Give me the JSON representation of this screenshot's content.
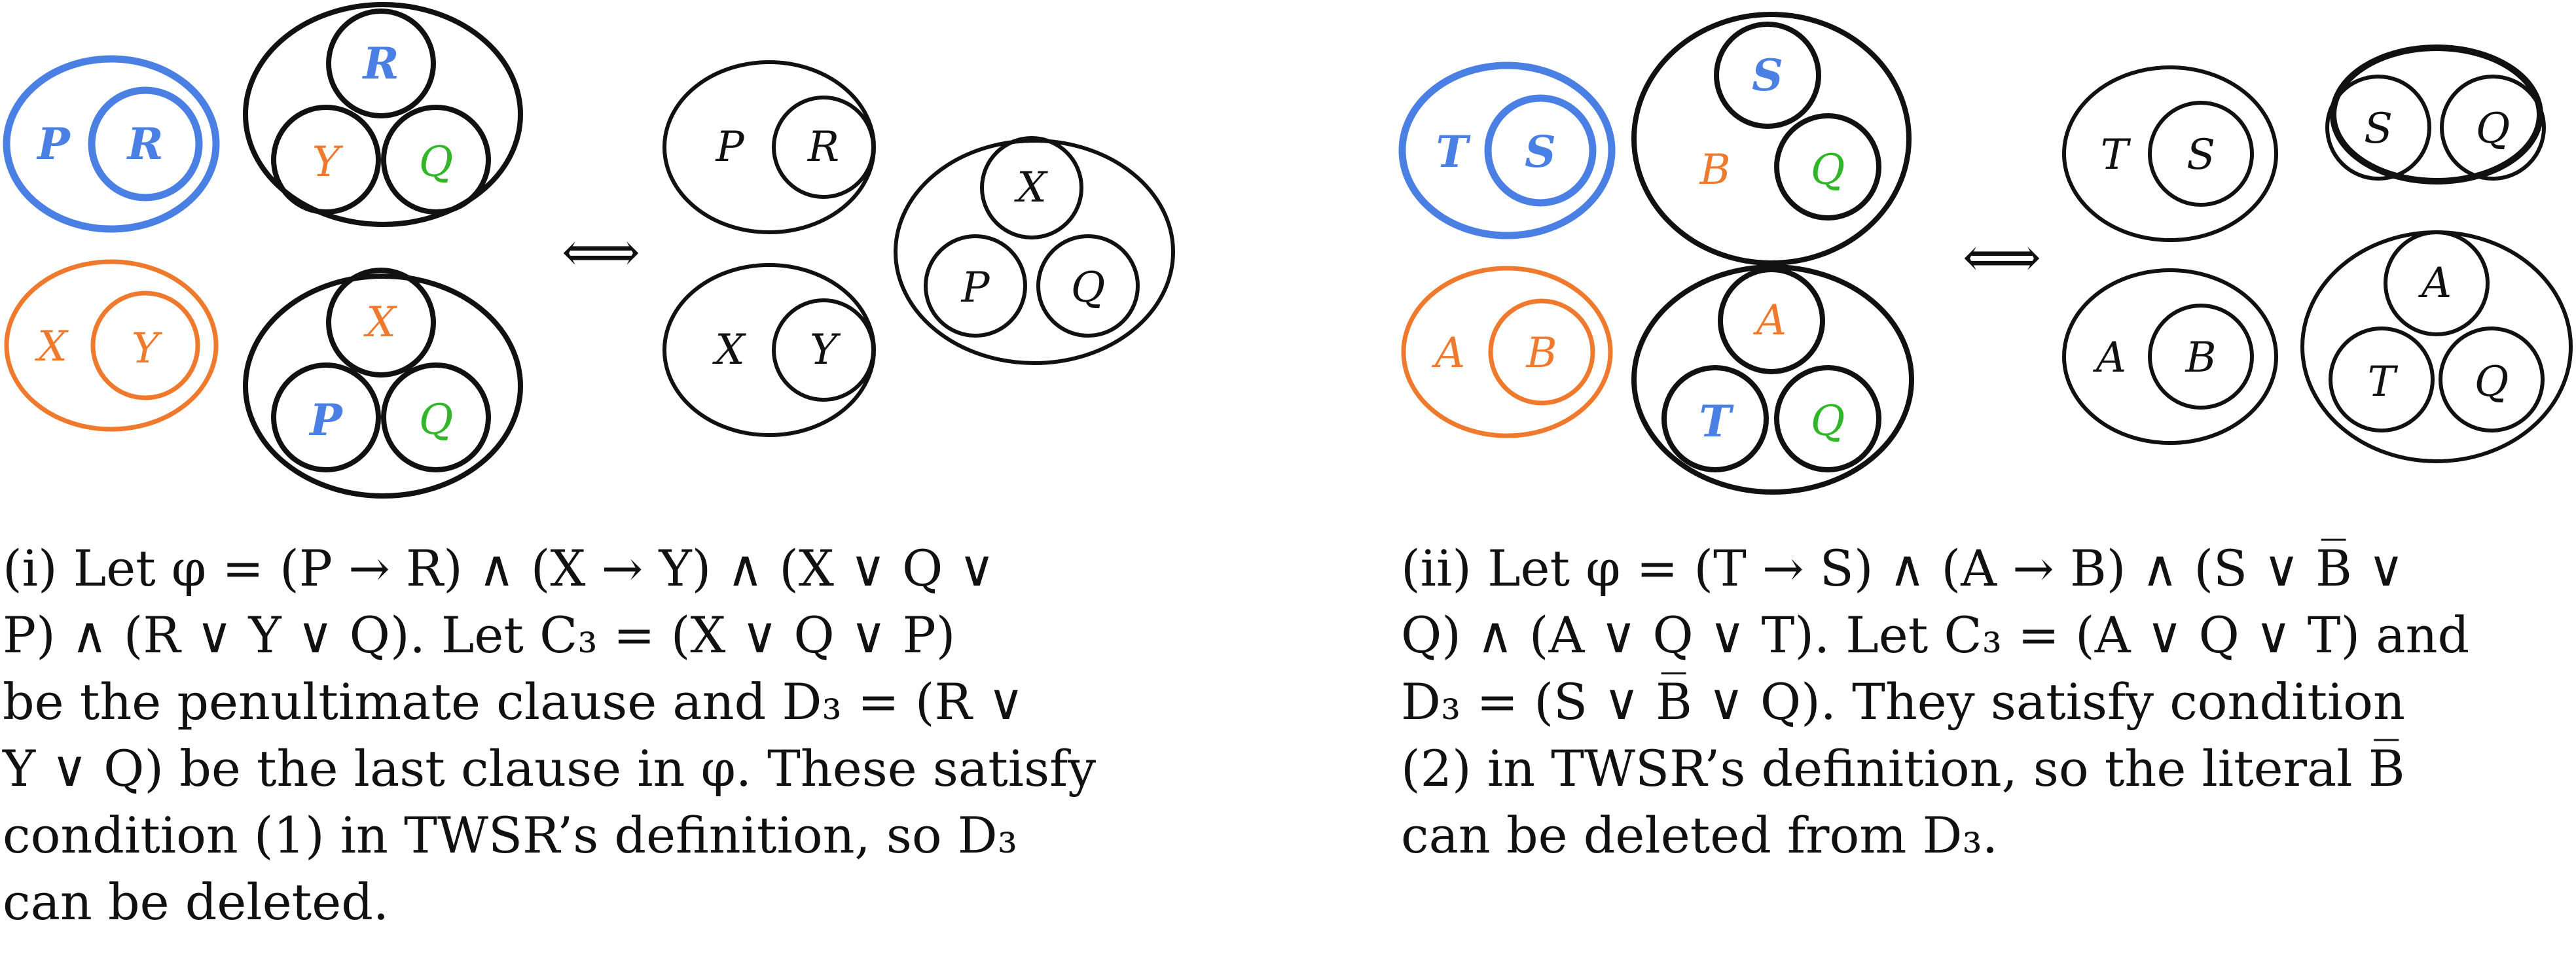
{
  "colors": {
    "blue": "#4a7fe3",
    "orange": "#ef7a2e",
    "green": "#33b52a",
    "black": "#111111"
  },
  "equivalence_symbol": "⟺",
  "panel_i": {
    "left": {
      "top_pair": [
        "P",
        "R"
      ],
      "top_cluster": {
        "top": "R",
        "left": "Y",
        "right": "Q"
      },
      "bottom_pair": [
        "X",
        "Y"
      ],
      "bottom_cluster": {
        "top": "X",
        "left": "P",
        "right": "Q"
      }
    },
    "right": {
      "top_pair": [
        "P",
        "R"
      ],
      "bottom_pair": [
        "X",
        "Y"
      ],
      "cluster": {
        "top": "X",
        "left": "P",
        "right": "Q"
      }
    },
    "caption_lines": [
      "(i) Let φ = (P → R) ∧ (X → Y) ∧ (X ∨ Q ∨",
      "P) ∧ (R ∨ Y ∨ Q). Let C₃ = (X ∨ Q ∨ P)",
      "be the penultimate clause and D₃ = (R ∨",
      "Y ∨ Q) be the last clause in φ. These satisfy",
      "condition (1) in TWSR’s definition, so D₃",
      "can be deleted."
    ]
  },
  "panel_ii": {
    "left": {
      "top_pair": [
        "T",
        "S"
      ],
      "top_cluster": {
        "top": "S",
        "left": "B",
        "right": "Q"
      },
      "bottom_pair": [
        "A",
        "B"
      ],
      "bottom_cluster": {
        "top": "A",
        "left": "T",
        "right": "Q"
      }
    },
    "right": {
      "top_pair": [
        "T",
        "S"
      ],
      "top_right_pair": [
        "S",
        "Q"
      ],
      "bottom_pair": [
        "A",
        "B"
      ],
      "cluster": {
        "top": "A",
        "left": "T",
        "right": "Q"
      }
    },
    "caption_lines": [
      "(ii) Let φ = (T → S) ∧ (A → B) ∧ (S ∨ B̅ ∨",
      "Q) ∧ (A ∨ Q ∨ T). Let C₃ = (A ∨ Q ∨ T) and",
      "D₃ = (S ∨ B̅ ∨ Q). They satisfy condition",
      "(2) in TWSR’s definition, so the literal B̅",
      "can be deleted from D₃."
    ]
  }
}
